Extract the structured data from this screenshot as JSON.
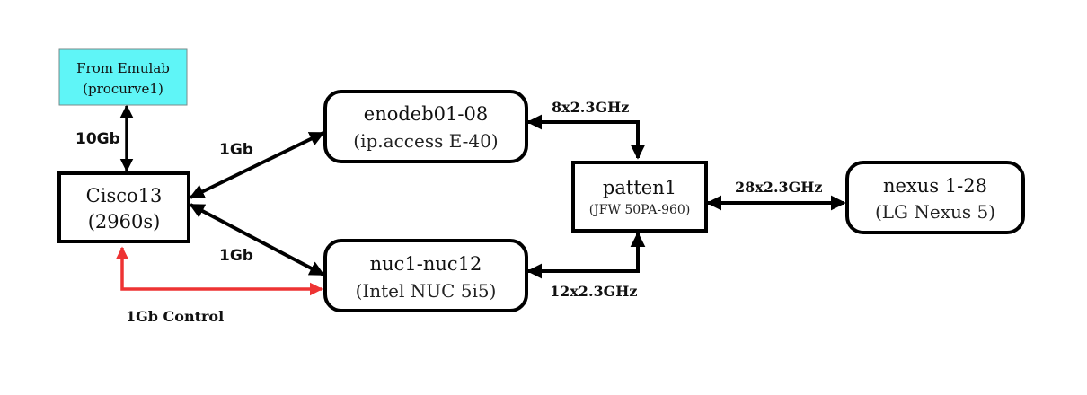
{
  "nodes": {
    "emulab": {
      "line1": "From Emulab",
      "line2": "(procurve1)",
      "fill": "#5ff5f7"
    },
    "cisco": {
      "line1": "Cisco13",
      "line2": "(2960s)"
    },
    "enodeb": {
      "line1": "enodeb01-08",
      "line2": "(ip.access E-40)"
    },
    "nuc": {
      "line1": "nuc1-nuc12",
      "line2": "(Intel NUC 5i5)"
    },
    "patten": {
      "line1": "patten1",
      "line2": "(JFW 50PA-960)"
    },
    "nexus": {
      "line1": "nexus 1-28",
      "line2": "(LG Nexus 5)"
    }
  },
  "edges": {
    "emulab_cisco": {
      "label": "10Gb"
    },
    "cisco_enodeb": {
      "label": "1Gb"
    },
    "cisco_nuc": {
      "label": "1Gb"
    },
    "control": {
      "label": "1Gb Control",
      "color": "#ee3333"
    },
    "enodeb_patten": {
      "label": "8x2.3GHz"
    },
    "nuc_patten": {
      "label": "12x2.3GHz"
    },
    "patten_nexus": {
      "label": "28x2.3GHz"
    }
  }
}
